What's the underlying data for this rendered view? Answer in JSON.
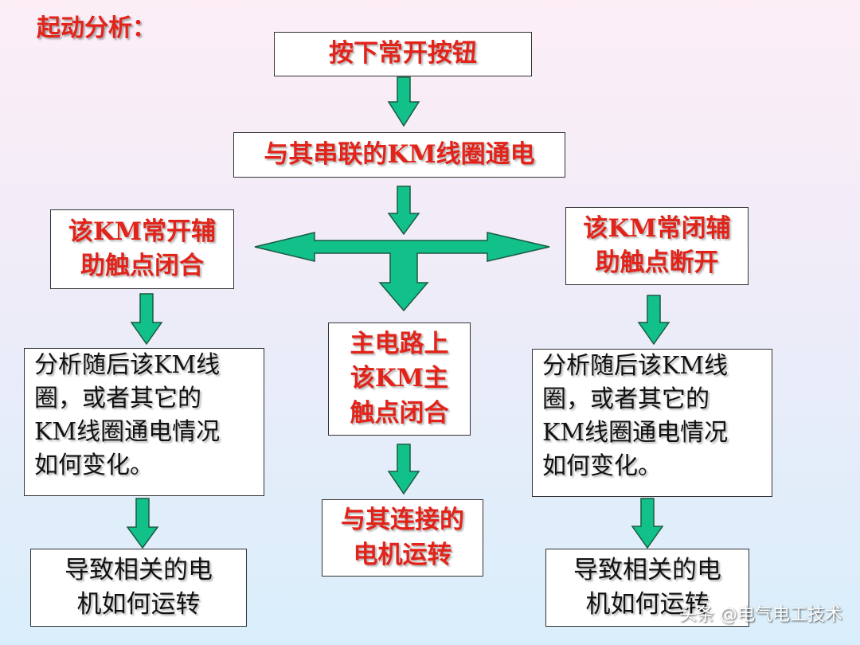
{
  "title": "起动分析：",
  "boxes": {
    "press_button": "按下常开按钮",
    "coil_energized": "与其串联的KM线圈通电",
    "left_aux_line1": "该KM常开辅",
    "left_aux_line2": "助触点闭合",
    "right_aux_line1": "该KM常闭辅",
    "right_aux_line2": "助触点断开",
    "left_analysis": [
      "分析随后该KM线",
      "圈，或者其它的",
      "KM线圈通电情况",
      "如何变化。"
    ],
    "center_main_line1": "主电路上",
    "center_main_line2": "该KM主",
    "center_main_line3": "触点闭合",
    "right_analysis": [
      "分析随后该KM线",
      "圈，或者其它的",
      "KM线圈通电情况",
      "如何变化。"
    ],
    "center_motor_line1": "与其连接的",
    "center_motor_line2": "电机运转",
    "left_result_line1": "导致相关的电",
    "left_result_line2": "机如何运转",
    "right_result_line1": "导致相关的电",
    "right_result_line2": "机如何运转"
  },
  "watermark": "头条 @电气电工技术",
  "colors": {
    "arrow_fill": "#12c08a",
    "arrow_stroke": "#1a5a40",
    "accent_red": "#e2231a"
  }
}
